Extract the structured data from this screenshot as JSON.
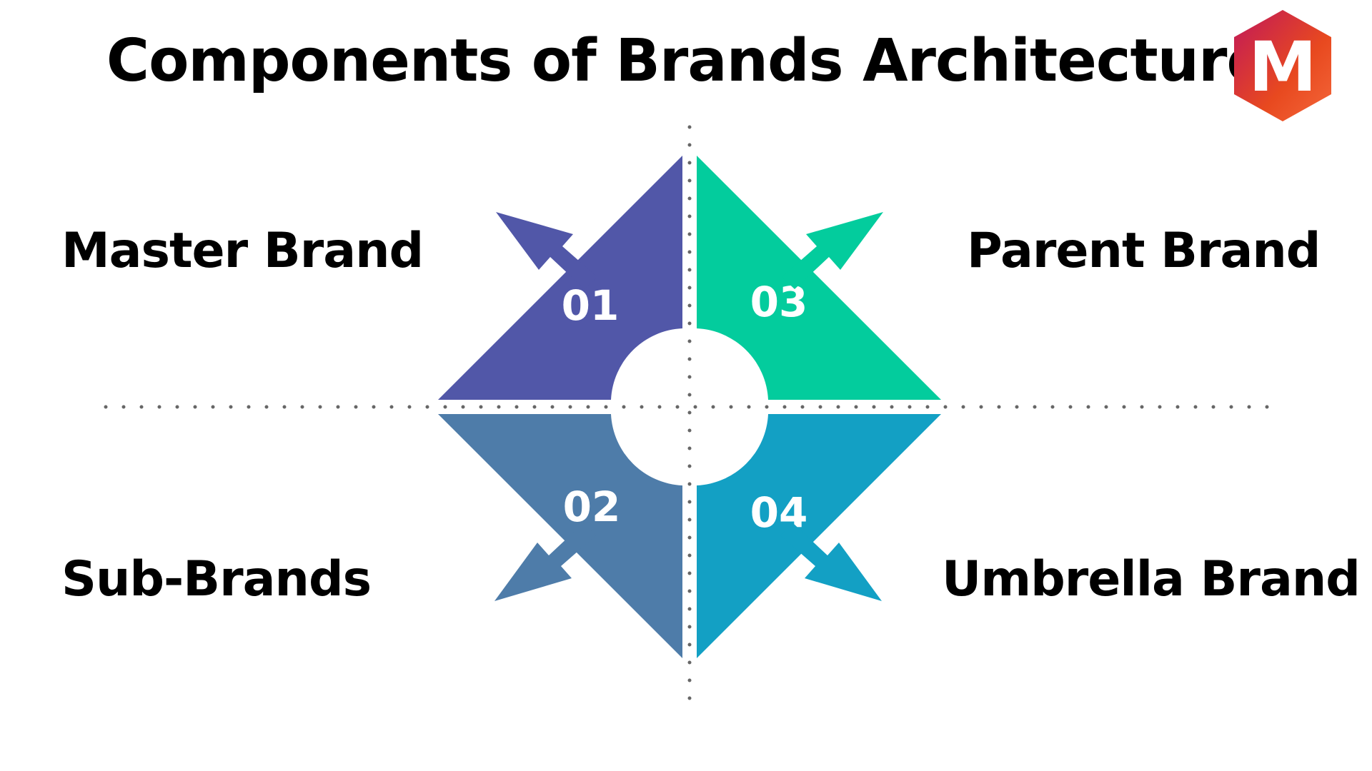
{
  "title": "Components of Brands Architecture",
  "logo": {
    "letter": "M",
    "gradient": [
      "#c0185a",
      "#e8491f",
      "#f4673a"
    ],
    "icon": "logo-hexagon-m"
  },
  "components": [
    {
      "number": "01",
      "label": "Master Brand",
      "color": "#5157a8"
    },
    {
      "number": "02",
      "label": "Sub-Brands",
      "color": "#4e7ca9"
    },
    {
      "number": "03",
      "label": "Parent Brand",
      "color": "#03cc9d"
    },
    {
      "number": "04",
      "label": "Umbrella Brand",
      "color": "#13a0c4"
    }
  ],
  "divider_color": "#666666"
}
